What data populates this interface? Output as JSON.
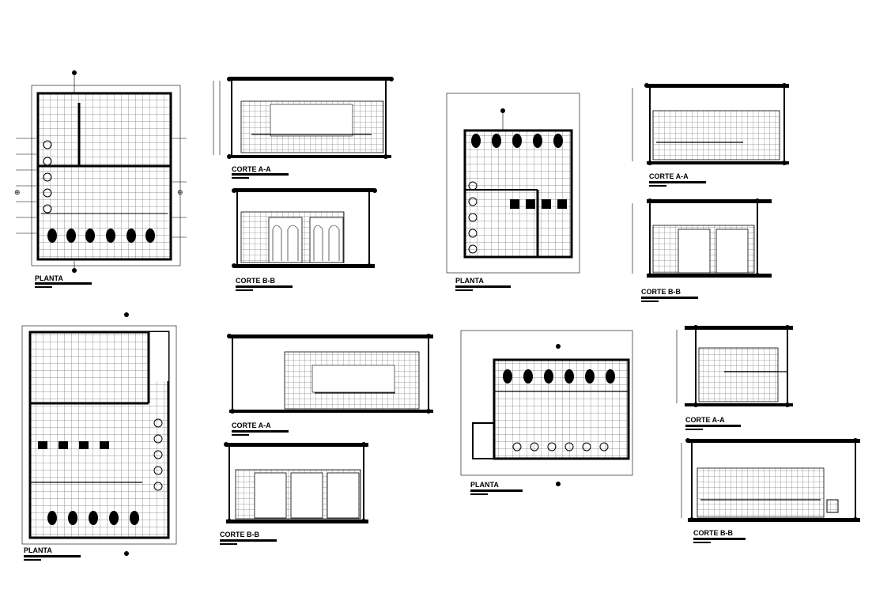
{
  "drawings": {
    "planta_1": {
      "title": "PLANTA"
    },
    "corte_aa_1": {
      "title": "CORTE A-A"
    },
    "corte_bb_1": {
      "title": "CORTE B-B"
    },
    "planta_2": {
      "title": "PLANTA"
    },
    "corte_aa_2": {
      "title": "CORTE A-A"
    },
    "corte_bb_2": {
      "title": "CORTE B-B"
    },
    "planta_3": {
      "title": "PLANTA"
    },
    "corte_aa_3": {
      "title": "CORTE A-A"
    },
    "corte_bb_3": {
      "title": "CORTE B-B"
    },
    "planta_4": {
      "title": "PLANTA"
    },
    "corte_aa_4": {
      "title": "CORTE A-A"
    },
    "corte_bb_4": {
      "title": "CORTE B-B"
    }
  },
  "colors": {
    "line": "#000000",
    "background": "#ffffff",
    "grid": "#555555"
  }
}
